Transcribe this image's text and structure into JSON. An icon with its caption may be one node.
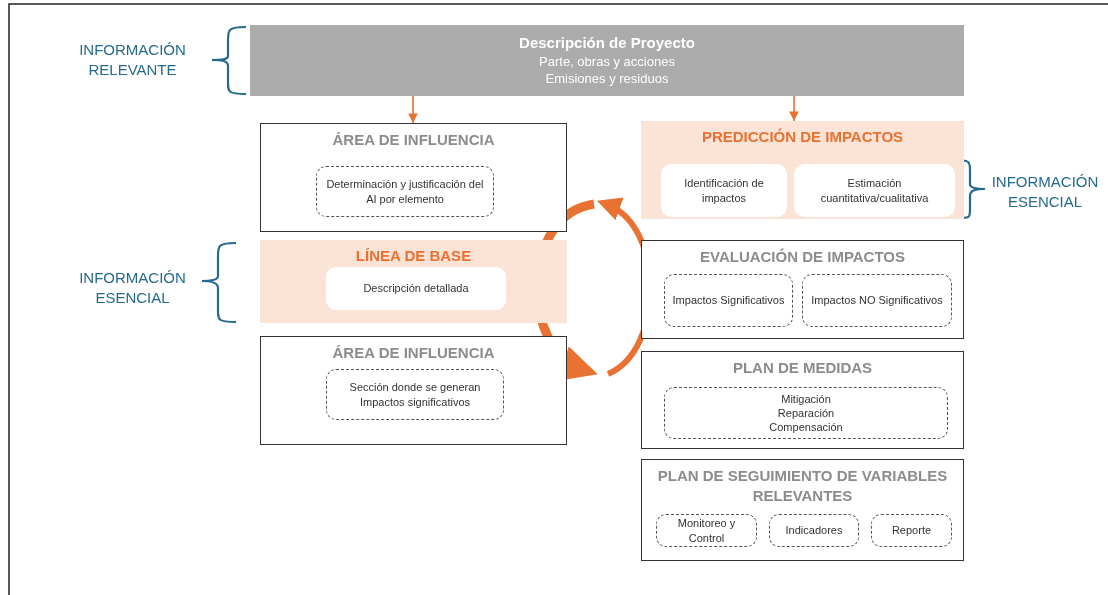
{
  "diagram": {
    "nodes": [
      {
        "text": [
          "Descripción de Proyecto",
          "Parte, obras y acciones",
          "Emisiones y residuos"
        ]
      },
      {
        "text": [
          "ÁREA DE INFLUENCIA"
        ]
      },
      {
        "text": [
          "Determinación y justificación del AI por elemento"
        ],
        "in": 1
      },
      {
        "text": [
          "LÍNEA DE BASE"
        ]
      },
      {
        "text": [
          "Descripción detallada"
        ],
        "in": 3
      },
      {
        "text": [
          "ÁREA DE INFLUENCIA"
        ]
      },
      {
        "text": [
          "Sección donde se generan Impactos significativos"
        ],
        "in": 5
      },
      {
        "text": [
          "PREDICCIÓN DE IMPACTOS"
        ]
      },
      {
        "text": [
          "Identificación de impactos"
        ],
        "in": 7
      },
      {
        "text": [
          "Estimación cuantitativa/cualitativa"
        ],
        "in": 7
      },
      {
        "text": [
          "EVALUACIÓN DE IMPACTOS"
        ]
      },
      {
        "text": [
          "Impactos Significativos"
        ],
        "in": 10
      },
      {
        "text": [
          "Impactos NO Significativos"
        ],
        "in": 10
      },
      {
        "text": [
          "PLAN DE MEDIDAS"
        ]
      },
      {
        "text": [
          "Mitigación",
          "Reparación",
          "Compensación"
        ],
        "in": 13
      },
      {
        "text": [
          "PLAN DE SEGUIMIENTO DE VARIABLES RELEVANTES"
        ]
      },
      {
        "text": [
          "Monitoreo y Control"
        ],
        "in": 15
      },
      {
        "text": [
          "Indicadores"
        ],
        "in": 15
      },
      {
        "text": [
          "Reporte"
        ],
        "in": 15
      }
    ],
    "edges": [
      {
        "from": 0,
        "to": 1,
        "arrow": "to"
      },
      {
        "from": 0,
        "to": 7,
        "arrow": "to"
      }
    ],
    "labels": [
      "INFORMACIÓN RELEVANTE",
      "INFORMACIÓN ESENCIAL",
      "INFORMACIÓN ESENCIAL"
    ]
  }
}
